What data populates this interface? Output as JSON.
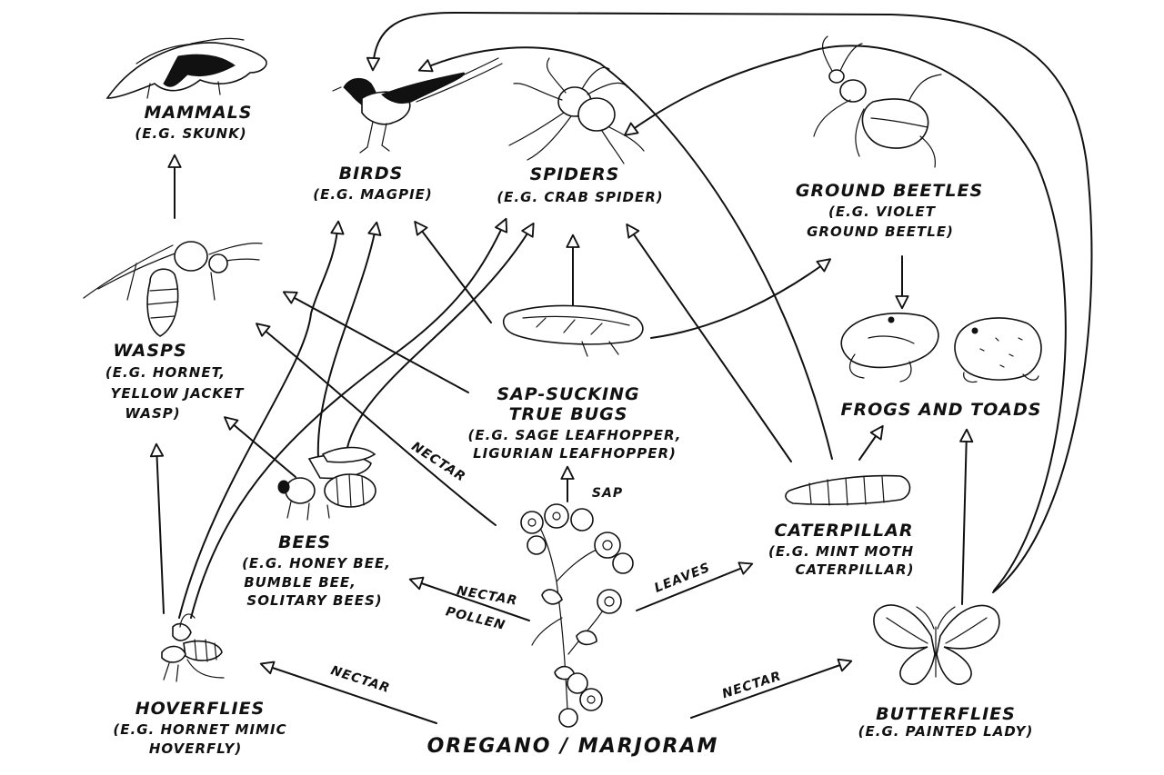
{
  "nodes": {
    "mammals": {
      "name": "MAMMALS",
      "example": "(e.g. SKUNK)"
    },
    "birds": {
      "name": "BIRDS",
      "example": "(e.g. MAGPIE)"
    },
    "spiders": {
      "name": "SPIDERS",
      "example": "(e.g. CRAB SPIDER)"
    },
    "ground_beetles": {
      "name": "GROUND BEETLES",
      "example_1": "(e.g. VIOLET",
      "example_2": "GROUND BEETLE)"
    },
    "wasps": {
      "name": "WASPS",
      "example_1": "(e.g. HORNET,",
      "example_2": "YELLOW JACKET",
      "example_3": "WASP)"
    },
    "sap_bugs": {
      "name_1": "SAP-SUCKING",
      "name_2": "TRUE BUGS",
      "example_1": "(e.g. SAGE LEAFHOPPER,",
      "example_2": "LIGURIAN LEAFHOPPER)"
    },
    "frogs": {
      "name": "FROGS AND TOADS"
    },
    "bees": {
      "name": "BEES",
      "example_1": "(e.g. HONEY BEE,",
      "example_2": "BUMBLE BEE,",
      "example_3": "SOLITARY BEES)"
    },
    "caterpillar": {
      "name": "CATERPILLAR",
      "example_1": "(e.g. MINT MOTH",
      "example_2": "CATERPILLAR)"
    },
    "hoverflies": {
      "name": "HOVERFLIES",
      "example_1": "(e.g. HORNET MIMIC",
      "example_2": "HOVERFLY)"
    },
    "butterflies": {
      "name": "BUTTERFLIES",
      "example": "(e.g. PAINTED LADY)"
    },
    "oregano": {
      "name": "OREGANO / MARJORAM"
    }
  },
  "edge_labels": {
    "nectar_wasps": "NECTAR",
    "sap": "SAP",
    "nectar_bees": "NECTAR",
    "pollen_bees": "POLLEN",
    "leaves": "LEAVES",
    "nectar_hoverflies": "NECTAR",
    "nectar_butterflies": "NECTAR"
  },
  "colors": {
    "ink": "#111111",
    "background": "#ffffff"
  }
}
